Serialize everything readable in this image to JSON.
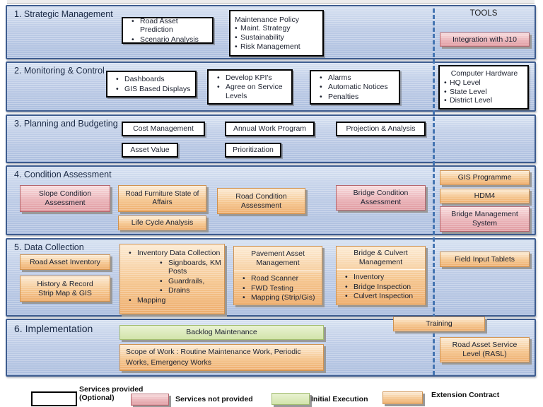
{
  "palette": {
    "row_border": "#3d5c8f",
    "row_bg_top": "#d6e1f1",
    "row_bg_bottom": "#adbfdf",
    "dashed_divider": "#4575b2",
    "white_box_border": "#000000",
    "pink_fill": "#eab3b8",
    "pink_border": "#b4666e",
    "orange_fill": "#f5c68f",
    "orange_border": "#cf9250",
    "green_fill": "#d8e8b4",
    "green_border": "#a2bd70",
    "shadow": "#999999"
  },
  "tools_header": "TOOLS",
  "rows": [
    {
      "label": "1. Strategic Management",
      "prediction_items": [
        "Road Asset Prediction",
        "Scenario Analysis"
      ],
      "maintenance_policy_title": "Maintenance Policy",
      "maintenance_policy_items": [
        "Maint. Strategy",
        "Sustainability",
        "Risk Management"
      ],
      "tool_integration": "Integration with J10"
    },
    {
      "label": "2. Monitoring & Control",
      "dashboards_items": [
        "Dashboards",
        "GIS Based Displays"
      ],
      "kpi_items": [
        "Develop KPI's",
        "Agree on Service Levels"
      ],
      "alarms_items": [
        "Alarms",
        "Automatic Notices",
        "Penalties"
      ],
      "hardware_title": "Computer Hardware",
      "hardware_items": [
        "HQ Level",
        "State Level",
        "District Level"
      ]
    },
    {
      "label": "3. Planning and Budgeting",
      "cost_management": "Cost Management",
      "asset_value": "Asset Value",
      "annual_work_program": "Annual Work Program",
      "prioritization": "Prioritization",
      "projection_analysis": "Projection & Analysis"
    },
    {
      "label": "4. Condition Assessment",
      "slope": "Slope Condition Assessment",
      "road_furniture": "Road Furniture State of Affairs",
      "life_cycle": "Life Cycle Analysis",
      "road_condition": "Road Condition Assessment",
      "bridge_condition": "Bridge Condition Assessment",
      "tool_gis_programme": "GIS Programme",
      "tool_hdm4": "HDM4",
      "tool_bms": "Bridge Management System"
    },
    {
      "label": "5. Data Collection",
      "road_asset_inventory": "Road Asset Inventory",
      "history_record_lines": [
        "History & Record",
        "Strip Map & GIS"
      ],
      "inventory_items": [
        "Inventory Data Collection",
        "Signboards, KM Posts",
        "Guardrails,",
        "Drains",
        "Mapping"
      ],
      "pavement_title": "Pavement Asset Management",
      "pavement_items": [
        "Road Scanner",
        "FWD Testing",
        "Mapping (Strip/Gis)"
      ],
      "bridge_culvert_title": "Bridge & Culvert Management",
      "bridge_culvert_items": [
        "Inventory",
        "Bridge Inspection",
        "Culvert Inspection"
      ],
      "tool_field_tablets": "Field Input Tablets"
    },
    {
      "label": "6. Implementation",
      "backlog": "Backlog Maintenance",
      "scope": "Scope of Work : Routine Maintenance Work, Periodic Works, Emergency Works",
      "training": "Training",
      "tool_rasl": "Road Asset Service Level (RASL)"
    }
  ],
  "legend": [
    {
      "label": "Services provided (Optional)",
      "swatch": "white"
    },
    {
      "label": "Services not provided",
      "swatch": "pink"
    },
    {
      "label": "Initial Execution",
      "swatch": "green"
    },
    {
      "label": "Extension Contract",
      "swatch": "orange"
    }
  ]
}
